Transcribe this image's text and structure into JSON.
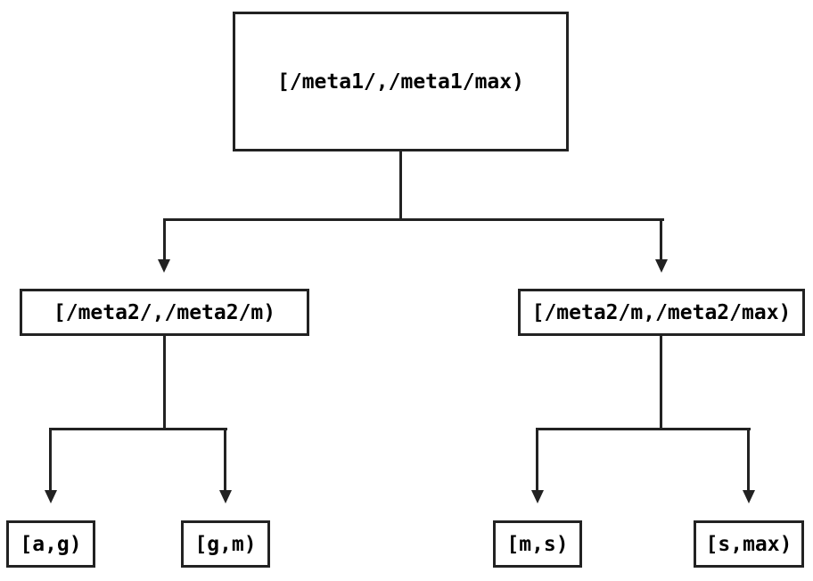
{
  "diagram": {
    "type": "tree",
    "description": "Interval partition tree diagram",
    "colors": {
      "background": "#ffffff",
      "line": "#222222",
      "text": "#000000"
    },
    "nodes": {
      "root": {
        "label": "[/meta1/,/meta1/max)"
      },
      "meta2_low": {
        "label": "[/meta2/,/meta2/m)"
      },
      "meta2_high": {
        "label": "[/meta2/m,/meta2/max)"
      },
      "leaf_ag": {
        "label": "[a,g)"
      },
      "leaf_gm": {
        "label": "[g,m)"
      },
      "leaf_ms": {
        "label": "[m,s)"
      },
      "leaf_smax": {
        "label": "[s,max)"
      }
    },
    "edges": [
      {
        "from": "root",
        "to": "meta2_low"
      },
      {
        "from": "root",
        "to": "meta2_high"
      },
      {
        "from": "meta2_low",
        "to": "leaf_ag"
      },
      {
        "from": "meta2_low",
        "to": "leaf_gm"
      },
      {
        "from": "meta2_high",
        "to": "leaf_ms"
      },
      {
        "from": "meta2_high",
        "to": "leaf_smax"
      }
    ]
  }
}
